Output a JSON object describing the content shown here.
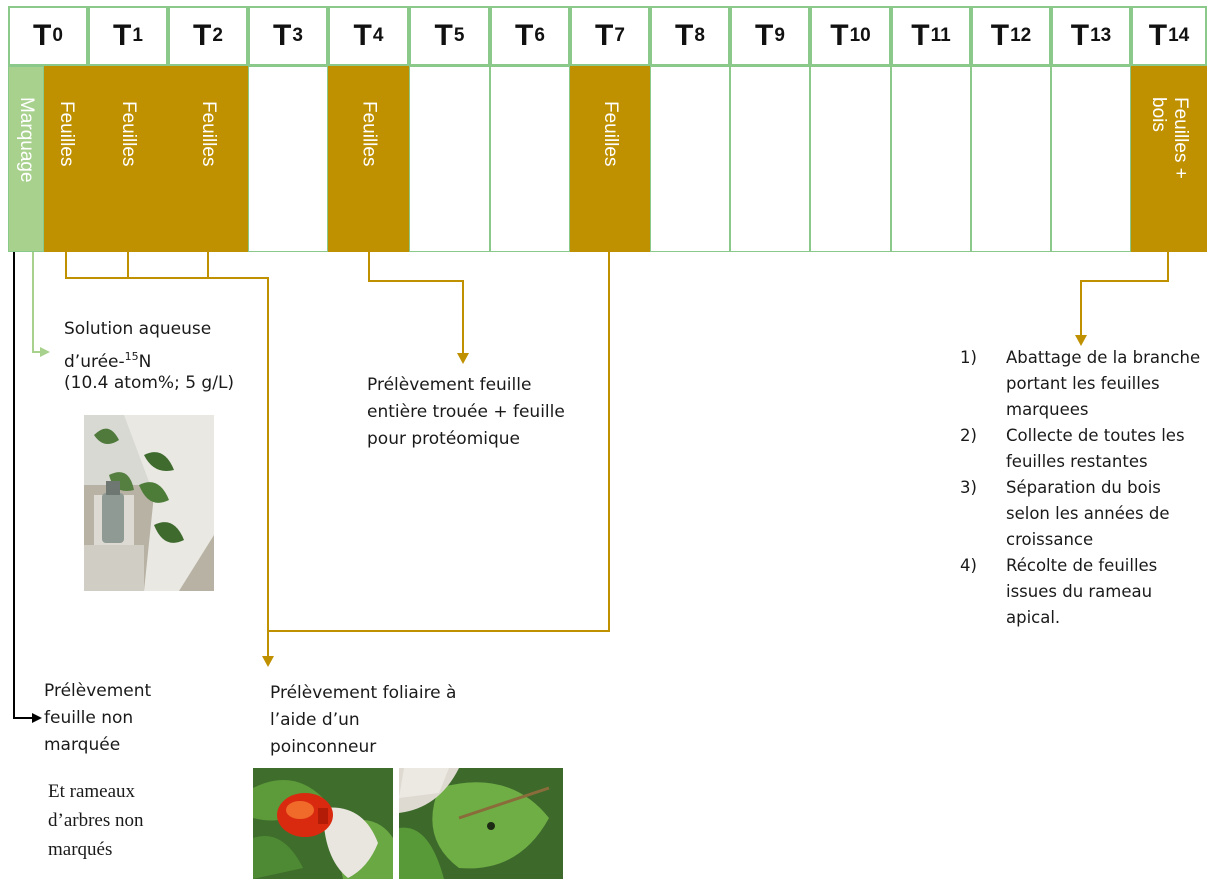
{
  "timeline": {
    "header_cells": [
      {
        "base": "T",
        "sub": "0"
      },
      {
        "base": "T",
        "sub": "1"
      },
      {
        "base": "T",
        "sub": "2"
      },
      {
        "base": "T",
        "sub": "3"
      },
      {
        "base": "T",
        "sub": "4"
      },
      {
        "base": "T",
        "sub": "5"
      },
      {
        "base": "T",
        "sub": "6"
      },
      {
        "base": "T",
        "sub": "7"
      },
      {
        "base": "T",
        "sub": "8"
      },
      {
        "base": "T",
        "sub": "9"
      },
      {
        "base": "T",
        "sub": "10"
      },
      {
        "base": "T",
        "sub": "11"
      },
      {
        "base": "T",
        "sub": "12"
      },
      {
        "base": "T",
        "sub": "13"
      },
      {
        "base": "T",
        "sub": "14"
      }
    ],
    "marquage_label": "Marquage",
    "feuilles_label": "Feuilles",
    "feuilles_bois_label": "Feuilles +\nbois"
  },
  "colors": {
    "gold": "#bf9000",
    "green": "#a9d18e",
    "border": "#8bc98a",
    "black": "#000000"
  },
  "annotations": {
    "spray_title": "Solution aqueuse",
    "spray_line2_prefix": "d’urée-",
    "spray_line2_sup": "15",
    "spray_line2_suffix": "N",
    "spray_line3": "(10.4 atom%; 5 g/L)",
    "t4_text": "Prélèvement feuille\nentière trouée + feuille\npour protéomique",
    "unmarked_text": "Prélèvement\nfeuille non\nmarquée",
    "unmarked_extra": "Et rameaux\nd’arbres non\nmarqués",
    "punch_text": "Prélèvement foliaire à\nl’aide d’un\npoinconneur"
  },
  "t14_steps": [
    {
      "num": "1)",
      "text": "Abattage de la branche portant les feuilles marquees"
    },
    {
      "num": "2)",
      "text": "Collecte de toutes les feuilles restantes"
    },
    {
      "num": "3)",
      "text": "Séparation du bois selon les années de croissance"
    },
    {
      "num": "4)",
      "text": "Récolte de feuilles issues du rameau apical."
    }
  ]
}
